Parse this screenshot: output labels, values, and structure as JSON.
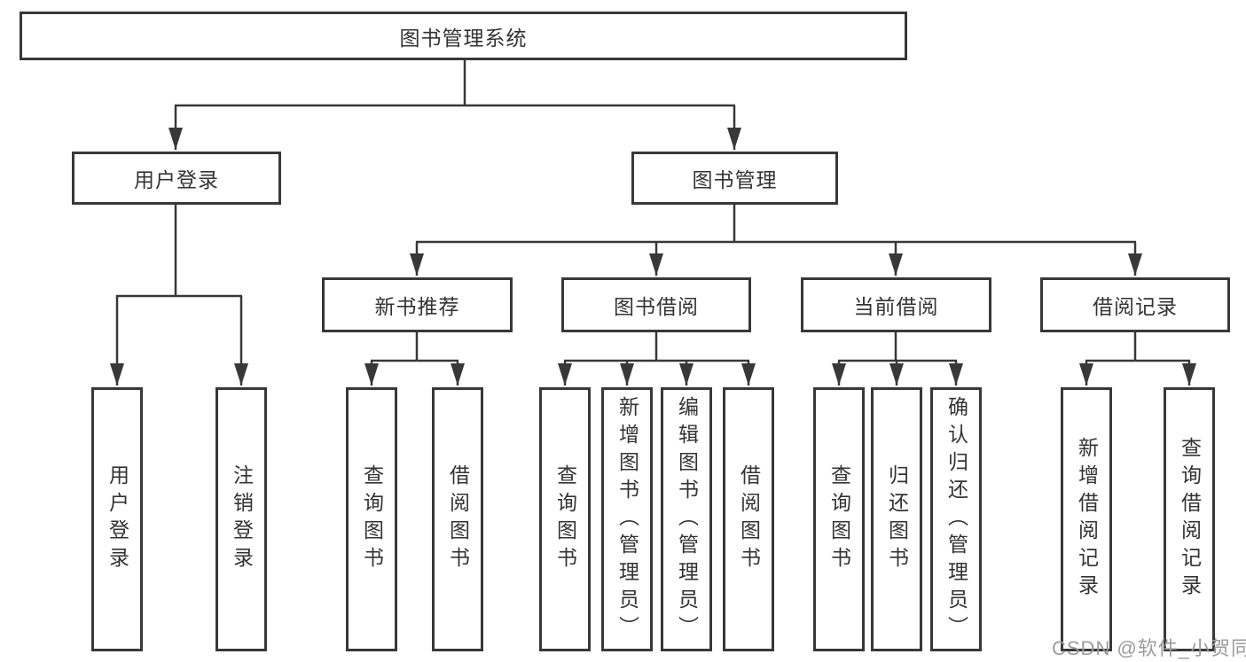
{
  "diagram": {
    "root": {
      "label": "图书管理系统"
    },
    "branches": [
      {
        "label": "用户登录",
        "children": [
          {
            "label": "用户登录"
          },
          {
            "label": "注销登录"
          }
        ]
      },
      {
        "label": "图书管理",
        "children": [
          {
            "label": "新书推荐",
            "children": [
              {
                "label": "查询图书"
              },
              {
                "label": "借阅图书"
              }
            ]
          },
          {
            "label": "图书借阅",
            "children": [
              {
                "label": "查询图书"
              },
              {
                "label": "新增图书（管理员）"
              },
              {
                "label": "编辑图书（管理员）"
              },
              {
                "label": "借阅图书"
              }
            ]
          },
          {
            "label": "当前借阅",
            "children": [
              {
                "label": "查询图书"
              },
              {
                "label": "归还图书"
              },
              {
                "label": "确认归还（管理员）"
              }
            ]
          },
          {
            "label": "借阅记录",
            "children": [
              {
                "label": "新增借阅记录"
              },
              {
                "label": "查询借阅记录"
              }
            ]
          }
        ]
      }
    ]
  },
  "watermark": {
    "text": "CSDN @软件_小贺同学"
  },
  "colors": {
    "line": "#383838",
    "text": "#333333",
    "background": "#ffffff",
    "watermark": "#9b9b9b"
  }
}
